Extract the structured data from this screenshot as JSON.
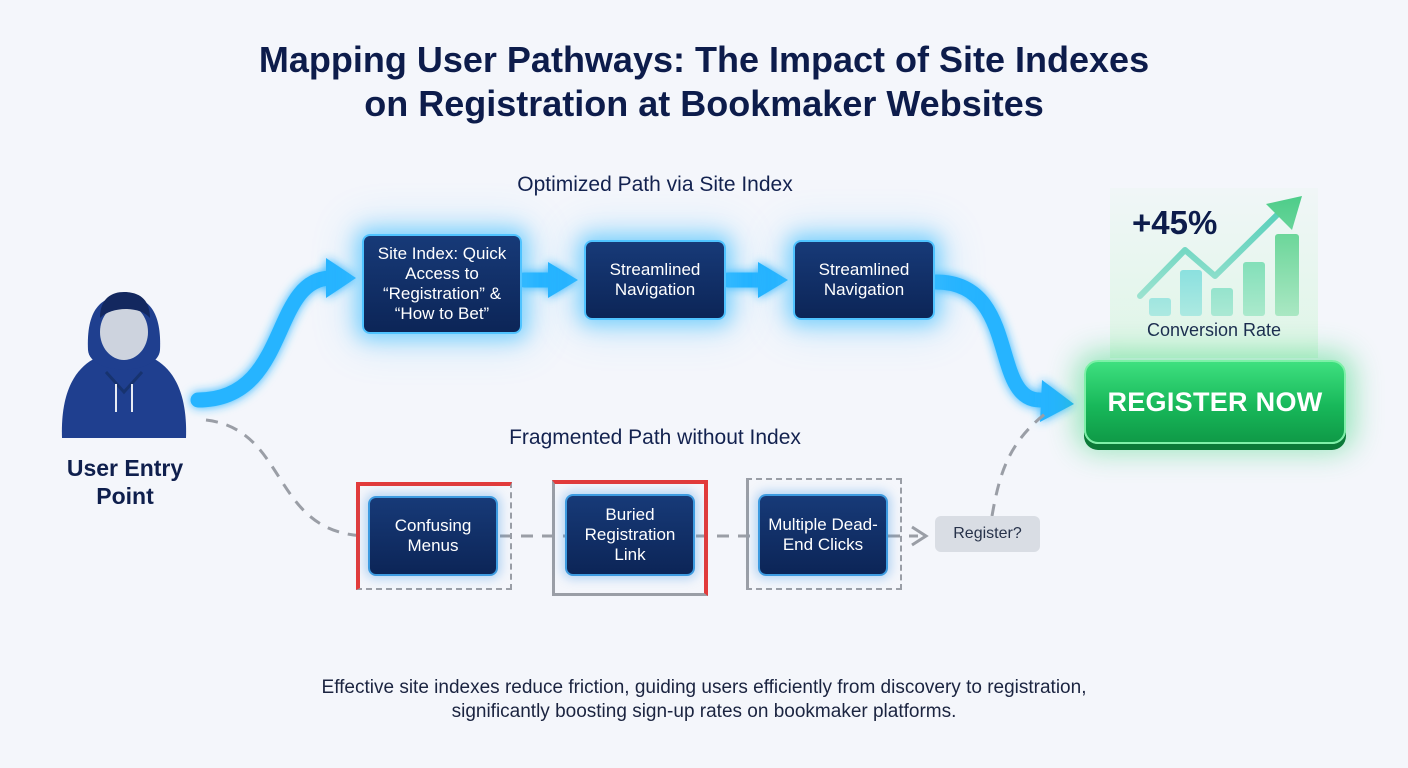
{
  "title": {
    "line1": "Mapping User Pathways: The Impact of Site Indexes",
    "line2": "on Registration at Bookmaker Websites"
  },
  "optimized_label": "Optimized Path via Site Index",
  "fragmented_label": "Fragmented Path without Index",
  "user": {
    "label": "User Entry Point",
    "icon": "user-hoodie-icon"
  },
  "optimized_steps": [
    "Site Index: Quick Access to “Registration” & “How to Bet”",
    "Streamlined Navigation",
    "Streamlined Navigation"
  ],
  "fragmented_steps": [
    "Confusing Menus",
    "Buried Registration Link",
    "Multiple Dead-End Clicks"
  ],
  "register_question": "Register?",
  "conversion": {
    "value": "+45%",
    "label": "Conversion Rate",
    "icon": "growth-chart-icon"
  },
  "register_button": "REGISTER NOW",
  "colors": {
    "optimized_arrow": "#27b4ff",
    "node_fill": "#0f2b62",
    "alert_red": "#e23b3b",
    "dashed_gray": "#9a9ea6",
    "success_green": "#1cc463",
    "title_navy": "#0d1c4b"
  },
  "footer": {
    "line1": "Effective site indexes reduce friction, guiding users efficiently from discovery to registration,",
    "line2": "significantly boosting sign-up rates on bookmaker platforms."
  }
}
